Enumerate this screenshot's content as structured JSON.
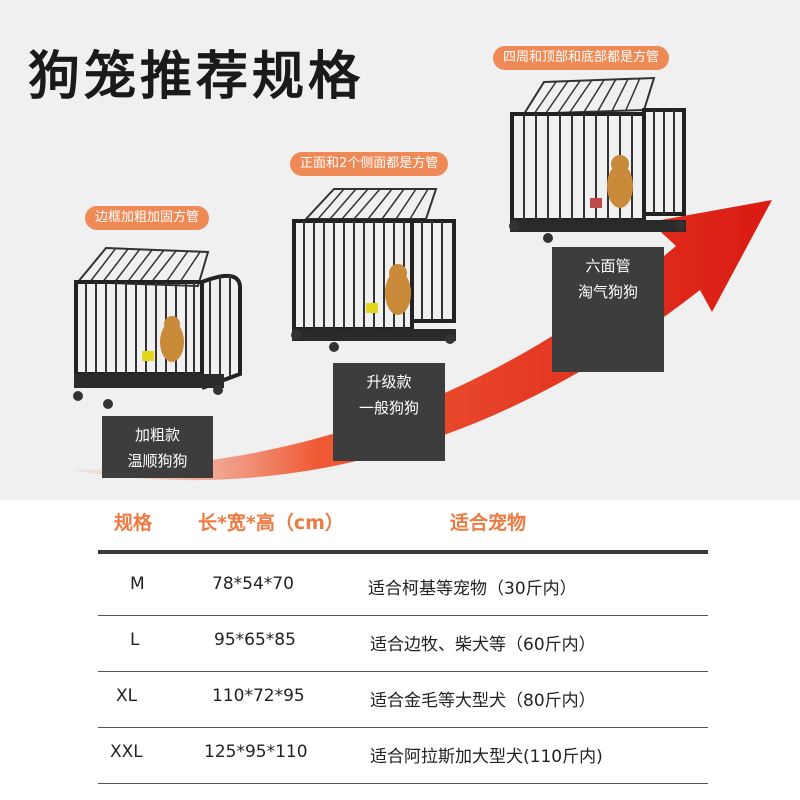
{
  "title": "狗笼推荐规格",
  "cages": [
    {
      "tag": "边框加粗加固方管",
      "line1": "加粗款",
      "line2": "温顺狗狗"
    },
    {
      "tag": "正面和2个侧面都是方管",
      "line1": "升级款",
      "line2": "一般狗狗"
    },
    {
      "tag": "四周和顶部和底部都是方管",
      "line1": "六面管",
      "line2": "淘气狗狗"
    }
  ],
  "table": {
    "headers": [
      "规格",
      "长*宽*高（cm）",
      "适合宠物"
    ],
    "rows": [
      {
        "size": "M",
        "dims": "78*54*70",
        "pet": "适合柯基等宠物（30斤内）"
      },
      {
        "size": "L",
        "dims": "95*65*85",
        "pet": "适合边牧、柴犬等（60斤内）"
      },
      {
        "size": "XL",
        "dims": "110*72*95",
        "pet": "适合金毛等大型犬（80斤内）"
      },
      {
        "size": "XXL",
        "dims": "125*95*110",
        "pet": "适合阿拉斯加大型犬(110斤内)"
      }
    ]
  },
  "colors": {
    "accent": "#ef8a57",
    "arrow": "#e3261b",
    "box": "#3d3d3d",
    "header": "#ee7a42"
  }
}
